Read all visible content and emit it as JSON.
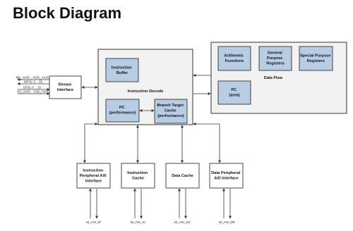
{
  "title": "Block Diagram",
  "blocks": {
    "stream_interface": [
      "Stream",
      "Interface"
    ],
    "instruction_buffer": [
      "Instruction",
      "Buffer"
    ],
    "instruction_decode": [
      "Instruction Decode"
    ],
    "pc_performance": [
      "PC",
      "(performance)"
    ],
    "branch_target_cache": [
      "Branch Target",
      "Cache",
      "(performance)"
    ],
    "arithmetic_functions": [
      "Arithmetic",
      "Functions"
    ],
    "general_purpose_registers": [
      "General",
      "Purpose",
      "Registers"
    ],
    "special_purpose_registers": [
      "Special Purpose",
      "Registers"
    ],
    "data_flow": [
      "Data Flow"
    ],
    "pc_area": [
      "PC",
      "(area)"
    ],
    "instruction_peripheral_axi": [
      "Instruction",
      "Peripheral AXI",
      "Interface"
    ],
    "instruction_cache": [
      "Instruction",
      "Cache"
    ],
    "data_cache": [
      "Data Cache"
    ],
    "data_peripheral_axi": [
      "Data Peripheral",
      "AXI Interface"
    ]
  },
  "signals": {
    "m0_axis": "M0_AXIS .. M15_AXIS",
    "mfsl": "MFSL 0 .. 15",
    "sfsl": "SFSL 0 .. 15",
    "s0_axis": "S0_AXIS .. S15_AXIS",
    "m_axi_ip": "M_AXI_IP",
    "m_axi_ic": "M_AXI_IC",
    "m_axi_dc": "M_AXI_DC",
    "m_axi_dp": "M_AXI_DP"
  },
  "colors": {
    "blue_box": "#b8cce4",
    "white_box": "#ffffff",
    "container": "#f2f2f2",
    "line": "#333333"
  }
}
